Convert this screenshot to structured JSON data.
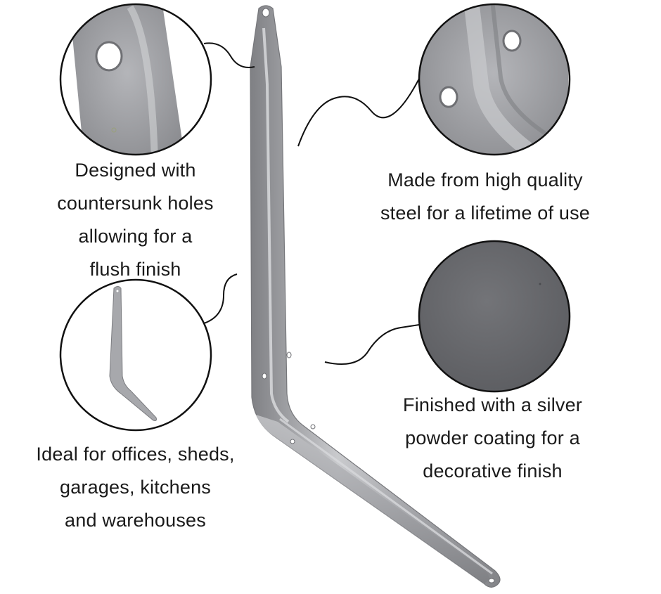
{
  "features": [
    {
      "id": "countersunk",
      "lines": [
        "Designed with",
        "countersunk holes",
        "allowing for a",
        "flush finish"
      ]
    },
    {
      "id": "steel",
      "lines": [
        "Made from high quality",
        "steel for a lifetime of use"
      ]
    },
    {
      "id": "coating",
      "lines": [
        "Finished with a silver",
        "powder coating for a",
        "decorative finish"
      ]
    },
    {
      "id": "uses",
      "lines": [
        "Ideal for offices, sheds,",
        "garages, kitchens",
        "and warehouses"
      ]
    }
  ],
  "colors": {
    "background": "#ffffff",
    "text": "#1a1a1a",
    "bracket": "#a3a4a8",
    "bracket_highlight": "#cfd0d3",
    "bracket_shadow": "#7d7e82",
    "coating_swatch": "#6b6c70",
    "outline": "#111111"
  },
  "icons": [
    "countersunk-hole-closeup",
    "steel-detail-closeup",
    "powder-coating-swatch",
    "bracket-thumbnail",
    "shelf-bracket"
  ]
}
